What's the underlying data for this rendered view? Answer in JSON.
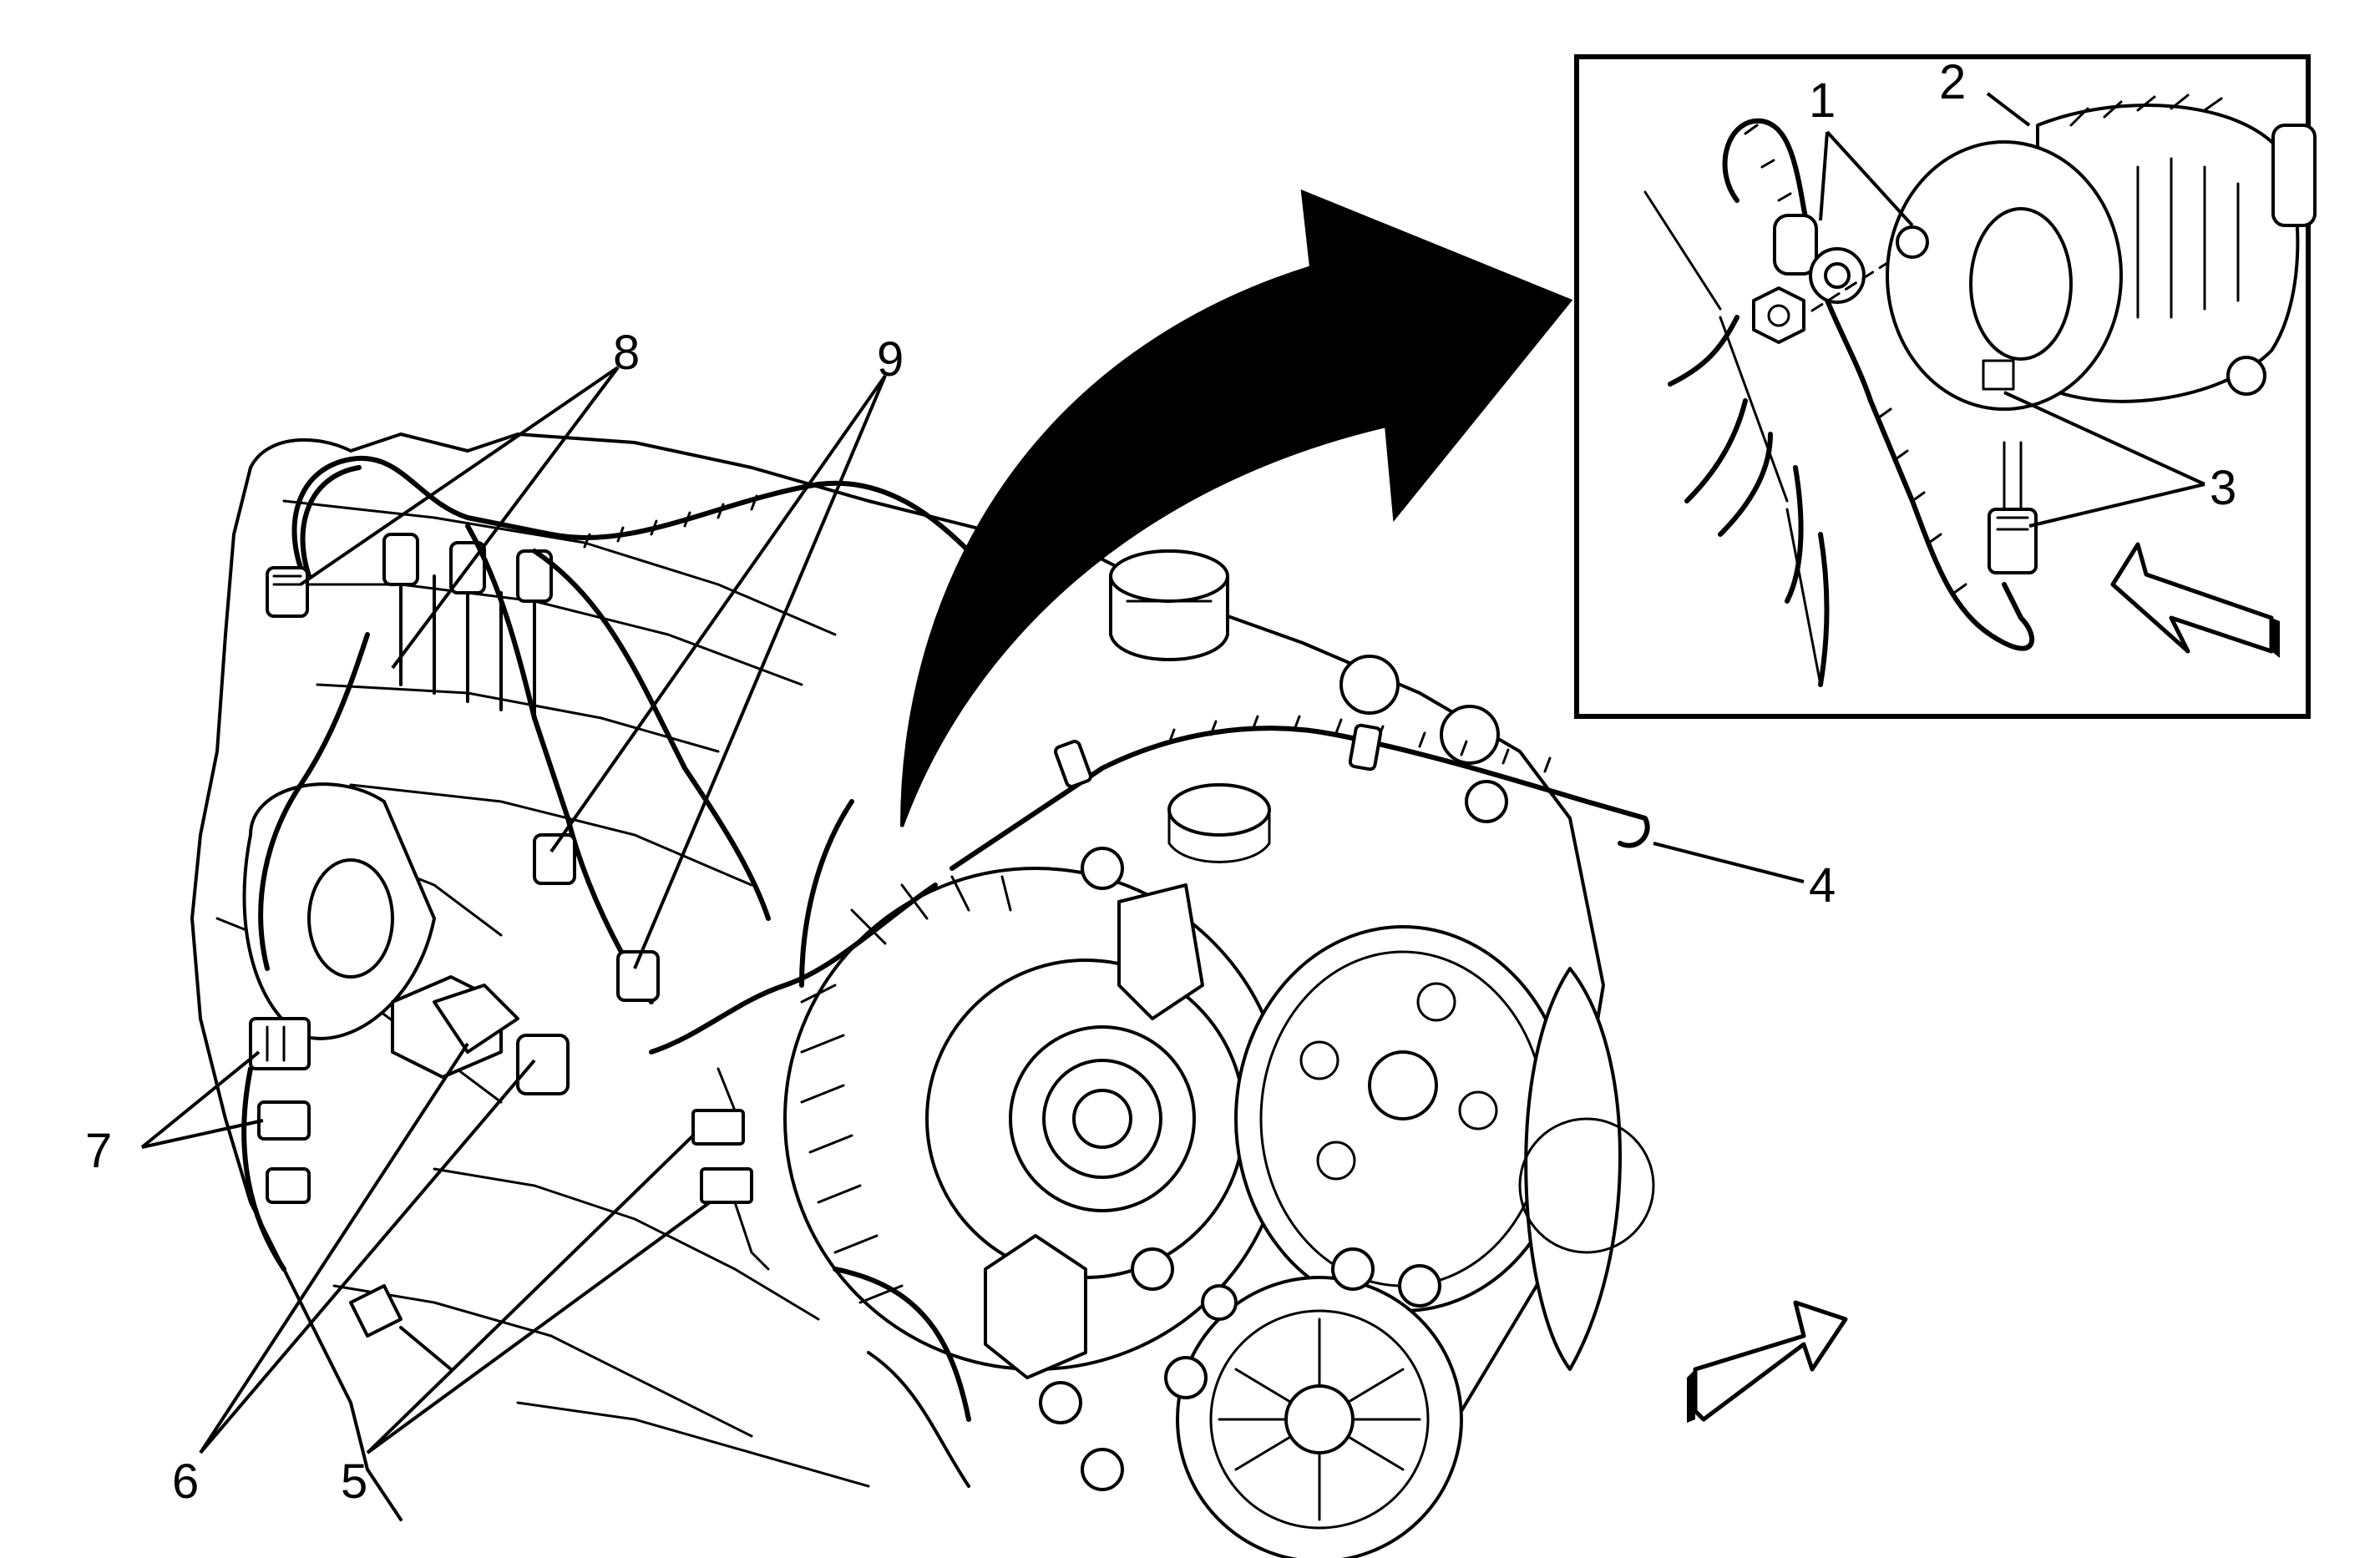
{
  "callouts": [
    {
      "id": "1",
      "label": "1"
    },
    {
      "id": "2",
      "label": "2"
    },
    {
      "id": "3",
      "label": "3"
    },
    {
      "id": "4",
      "label": "4"
    },
    {
      "id": "5",
      "label": "5"
    },
    {
      "id": "6",
      "label": "6"
    },
    {
      "id": "7",
      "label": "7"
    },
    {
      "id": "8",
      "label": "8"
    },
    {
      "id": "9",
      "label": "9"
    }
  ],
  "icons": {
    "detail_arrow": "curved-arrow-icon",
    "view_direction_main": "view-direction-arrow-icon",
    "view_direction_inset": "view-direction-arrow-icon"
  }
}
